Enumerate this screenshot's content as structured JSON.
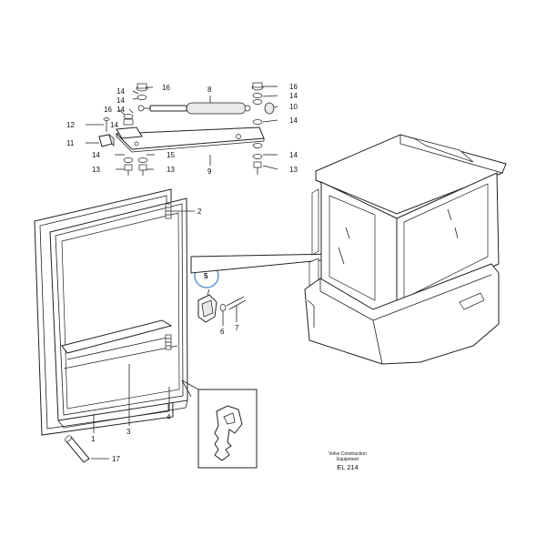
{
  "diagram": {
    "callouts": {
      "n1": "1",
      "n2": "2",
      "n3": "3",
      "n4": "4",
      "n5": "5",
      "n6": "6",
      "n7": "7",
      "n8": "8",
      "n9": "9",
      "n10": "10",
      "n11": "11",
      "n12": "12",
      "n13a": "13",
      "n13b": "13",
      "n14a": "14",
      "n14b": "14",
      "n14c": "14",
      "n14d": "14",
      "n14e": "14",
      "n14f": "14",
      "n14g": "14",
      "n14h": "14",
      "n15": "15",
      "n16a": "16",
      "n16b": "16",
      "n16c": "16",
      "n17": "17"
    },
    "credit_line1": "Volvo Construction",
    "credit_line2": "Equipment",
    "figure_code": "EL 214",
    "highlight_color": "#6a9bd1"
  }
}
